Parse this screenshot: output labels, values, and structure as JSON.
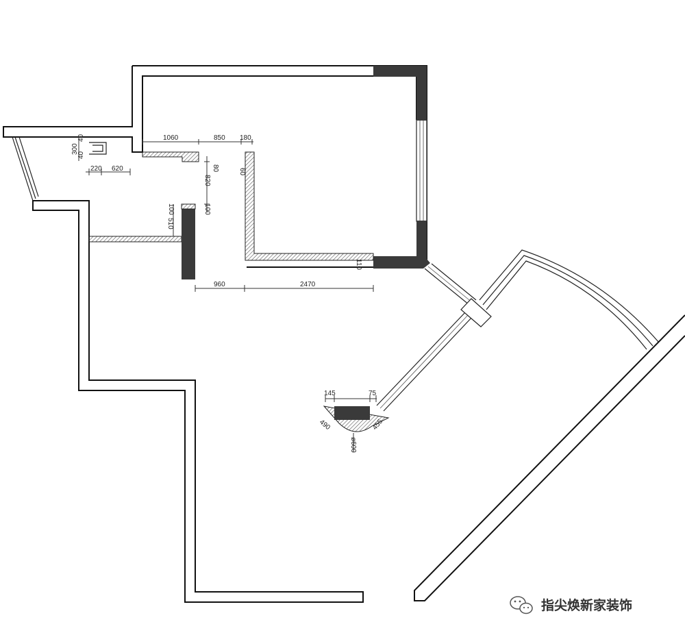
{
  "plan": {
    "dimensions": {
      "d1060": "1060",
      "d850": "850",
      "d180": "180",
      "d300": "300",
      "d40a": "40",
      "d40b": "40",
      "d220": "220",
      "d620": "620",
      "d80": "80",
      "d60": "60",
      "d820": "820",
      "d100a": "100",
      "d100b": "100",
      "d510": "510",
      "d110": "110",
      "d960": "960",
      "d2470": "2470",
      "d145": "145",
      "d75": "75",
      "d490": "490",
      "d455": "455",
      "dphi600": "ø600"
    },
    "watermark": "指尖焕新家装饰",
    "watermark_icon": "wechat-icon",
    "colors": {
      "wall_line": "#111111",
      "solid_column": "#3a3a3a",
      "hatch": "#555555",
      "background": "#ffffff"
    }
  }
}
